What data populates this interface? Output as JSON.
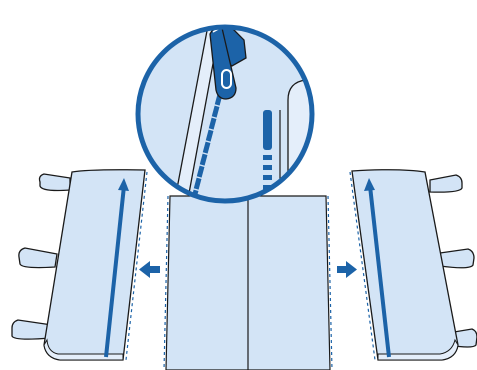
{
  "diagram": {
    "kind": "zip-off-side-panels-illustration",
    "colors": {
      "fill": "#d3e4f6",
      "fill_light": "#e4eefa",
      "stroke": "#1a1a1a",
      "accent": "#1c63a8",
      "white": "#ffffff"
    },
    "parts": {
      "center_body": "center-body-panel",
      "left_panel": "left-detached-panel",
      "right_panel": "right-detached-panel",
      "magnifier": "zipper-detail-magnifier",
      "zipper_pull": "zipper-pull-icon",
      "arrow_left": "arrow-left-icon",
      "arrow_right": "arrow-right-icon",
      "arrow_up": "arrow-up-icon"
    }
  }
}
